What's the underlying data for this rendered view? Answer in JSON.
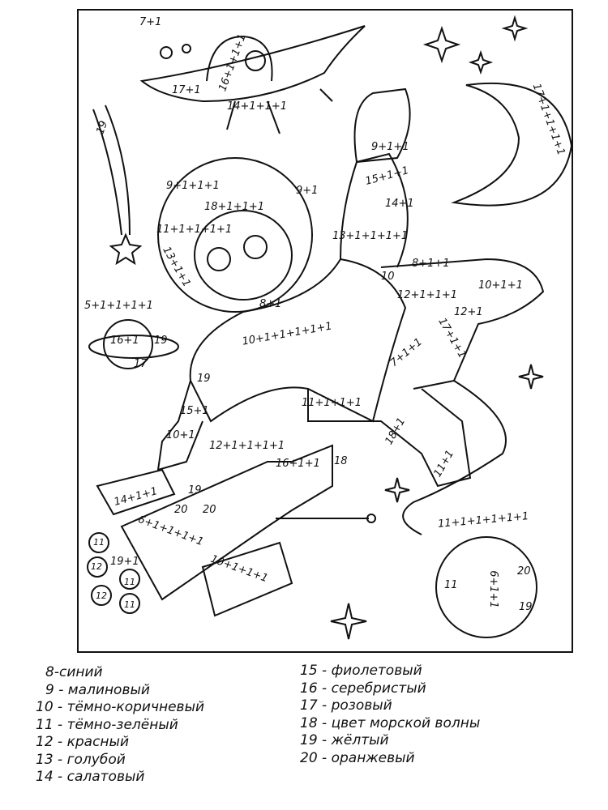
{
  "drawing_labels": [
    "7+1",
    "16+1+1+1",
    "17+1",
    "14+1+1+1",
    "19",
    "9+1+1+1",
    "11+1+1+1+1",
    "18+1+1+1",
    "9+1",
    "13+1+1",
    "8+1",
    "10+1+1+1+1+1",
    "5+1+1+1+1",
    "16+1",
    "19",
    "17",
    "19",
    "15+1",
    "10+1",
    "12+1+1+1+1",
    "11+1+1+1",
    "9+1+1",
    "15+1+1",
    "14+1",
    "13+1+1+1+1",
    "10",
    "8+1+1",
    "12+1+1+1",
    "10+1+1",
    "12+1",
    "7+1+1",
    "17+1+1",
    "18+1",
    "11+1",
    "16+1+1",
    "18",
    "14+1+1",
    "19",
    "20",
    "20",
    "6+1+1+1+1",
    "19+1",
    "10+1+1+1",
    "11+1+1+1+1+1",
    "17+1+1+1+1",
    "11",
    "20",
    "19",
    "6+1+1",
    "11",
    "12",
    "11",
    "12",
    "11"
  ],
  "legend": {
    "left": [
      {
        "num": "8",
        "color": "синий"
      },
      {
        "num": "9",
        "color": "малиновый"
      },
      {
        "num": "10",
        "color": "тёмно-коричневый"
      },
      {
        "num": "11",
        "color": "тёмно-зелёный"
      },
      {
        "num": "12",
        "color": "красный"
      },
      {
        "num": "13",
        "color": "голубой"
      },
      {
        "num": "14",
        "color": "салатовый"
      }
    ],
    "right": [
      {
        "num": "15",
        "color": "фиолетовый"
      },
      {
        "num": "16",
        "color": "серебристый"
      },
      {
        "num": "17",
        "color": "розовый"
      },
      {
        "num": "18",
        "color": "цвет морской волны"
      },
      {
        "num": "19",
        "color": "жёлтый"
      },
      {
        "num": "20",
        "color": "оранжевый"
      }
    ]
  }
}
